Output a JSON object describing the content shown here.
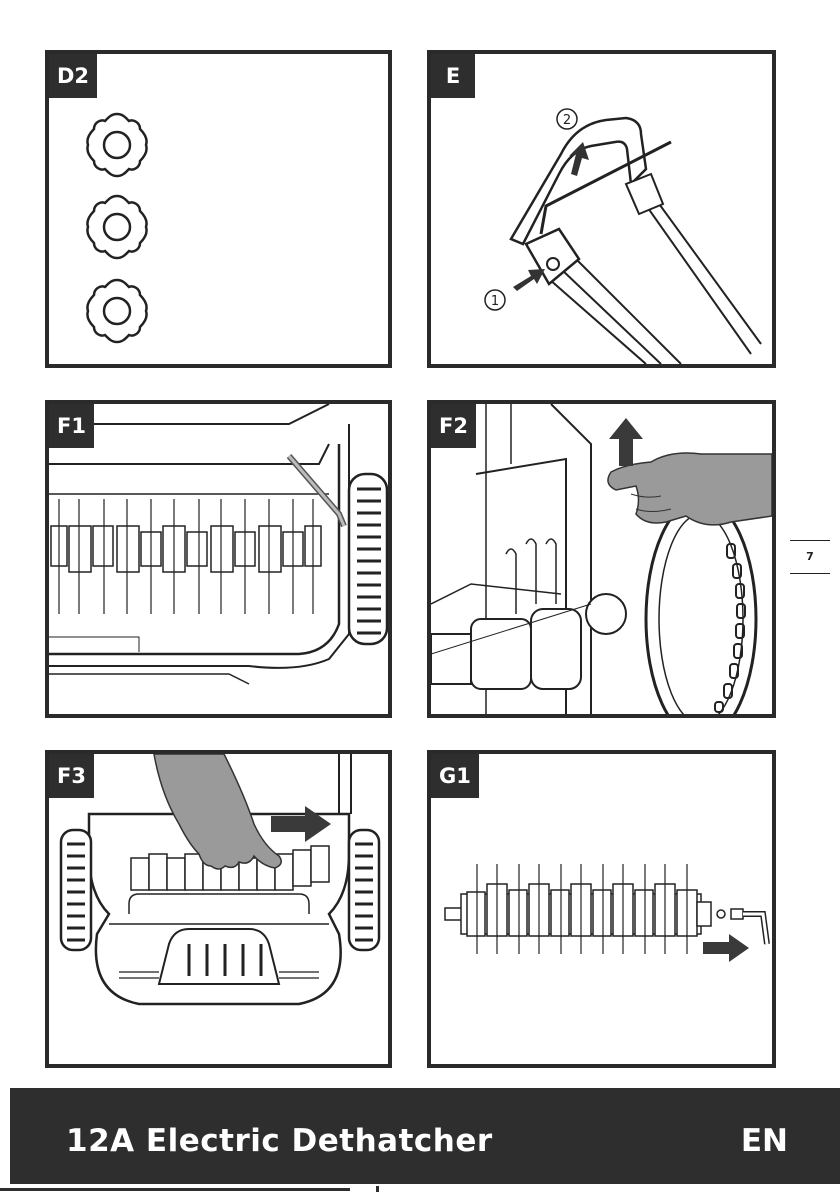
{
  "panels": {
    "d2": {
      "label": "D2"
    },
    "e": {
      "label": "E",
      "step_1": "1",
      "step_2": "2"
    },
    "f1": {
      "label": "F1"
    },
    "f2": {
      "label": "F2"
    },
    "f3": {
      "label": "F3"
    },
    "g1": {
      "label": "G1"
    }
  },
  "page_number": "7",
  "footer": {
    "title": "12A Electric Dethatcher",
    "language": "EN"
  },
  "colors": {
    "ink": "#2e2e2e",
    "hand_fill": "#9a9a9a",
    "arrow_fill": "#3a3a3a"
  }
}
